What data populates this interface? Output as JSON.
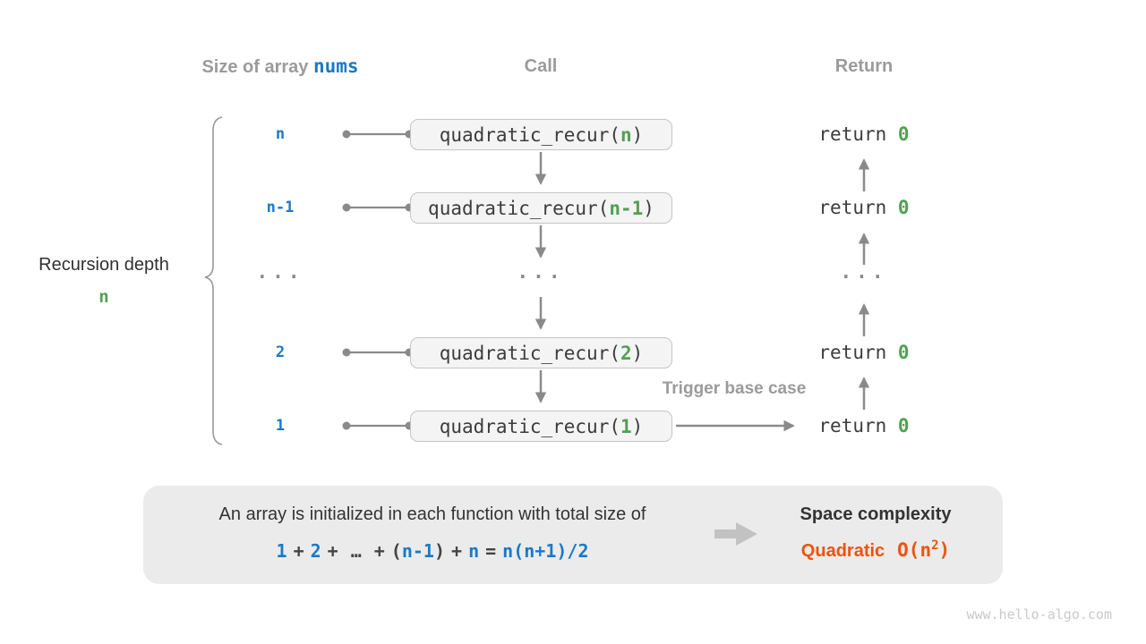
{
  "colors": {
    "blue": "#1a79c8",
    "green": "#52a053",
    "orange": "#eb540e",
    "header_gray": "#9b9b9b",
    "dark_text": "#3c3c3c",
    "arrow_gray": "#8a8a8a",
    "panel_bg": "#ebebeb",
    "box_bg": "#f4f4f4",
    "box_border": "#c5c5c5"
  },
  "headers": {
    "size_of_array": "Size of array",
    "nums": "nums",
    "call": "Call",
    "return": "Return"
  },
  "left_label": {
    "line1": "Recursion depth",
    "line2": "n"
  },
  "rows": [
    {
      "size": "n",
      "call_prefix": "quadratic_recur(",
      "call_arg": "n",
      "call_suffix": ")",
      "ret_keyword": "return ",
      "ret_value": "0"
    },
    {
      "size": "n-1",
      "call_prefix": "quadratic_recur(",
      "call_arg": "n-1",
      "call_suffix": ")",
      "ret_keyword": "return ",
      "ret_value": "0"
    },
    {
      "size": "2",
      "call_prefix": "quadratic_recur(",
      "call_arg": "2",
      "call_suffix": ")",
      "ret_keyword": "return ",
      "ret_value": "0"
    },
    {
      "size": "1",
      "call_prefix": "quadratic_recur(",
      "call_arg": "1",
      "call_suffix": ")",
      "ret_keyword": "return ",
      "ret_value": "0"
    }
  ],
  "ellipsis_row": {
    "size": "...",
    "call": "...",
    "return": "..."
  },
  "trigger_label": "Trigger base case",
  "summary": {
    "line1": "An array is initialized in each function with total size of",
    "formula_tokens": [
      {
        "t": "1"
      },
      {
        "t": "+"
      },
      {
        "t": "2"
      },
      {
        "t": "+"
      },
      {
        "t": "…"
      },
      {
        "t": "+"
      },
      {
        "t": "("
      },
      {
        "t": "n-1"
      },
      {
        "t": ")"
      },
      {
        "t": "+"
      },
      {
        "t": "n"
      },
      {
        "t": "="
      },
      {
        "t": "n(n+1)/2"
      }
    ],
    "space_complexity_title": "Space complexity",
    "complexity_name": "Quadratic",
    "complexity_o_prefix": "O(n",
    "complexity_sup": "2",
    "complexity_suffix": ")"
  },
  "watermark": "www.hello-algo.com"
}
